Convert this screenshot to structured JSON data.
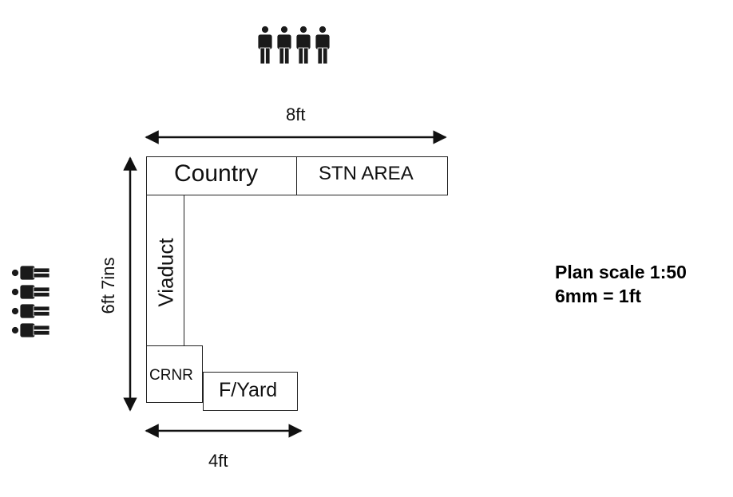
{
  "boards": {
    "country": "Country",
    "station": "STN AREA",
    "viaduct": "Viaduct",
    "corner": "CRNR",
    "fiddle_yard": "F/Yard"
  },
  "dimensions": {
    "top_width": "8ft",
    "left_height": "6ft 7ins",
    "bottom_width": "4ft"
  },
  "scale_note": {
    "line1": "Plan scale 1:50",
    "line2": "6mm = 1ft"
  },
  "icons": {
    "top_viewers": "people-group-icon",
    "left_viewers": "people-group-icon"
  },
  "colors": {
    "line": "#111111",
    "figure": "#1a1a1a",
    "background": "#ffffff"
  }
}
